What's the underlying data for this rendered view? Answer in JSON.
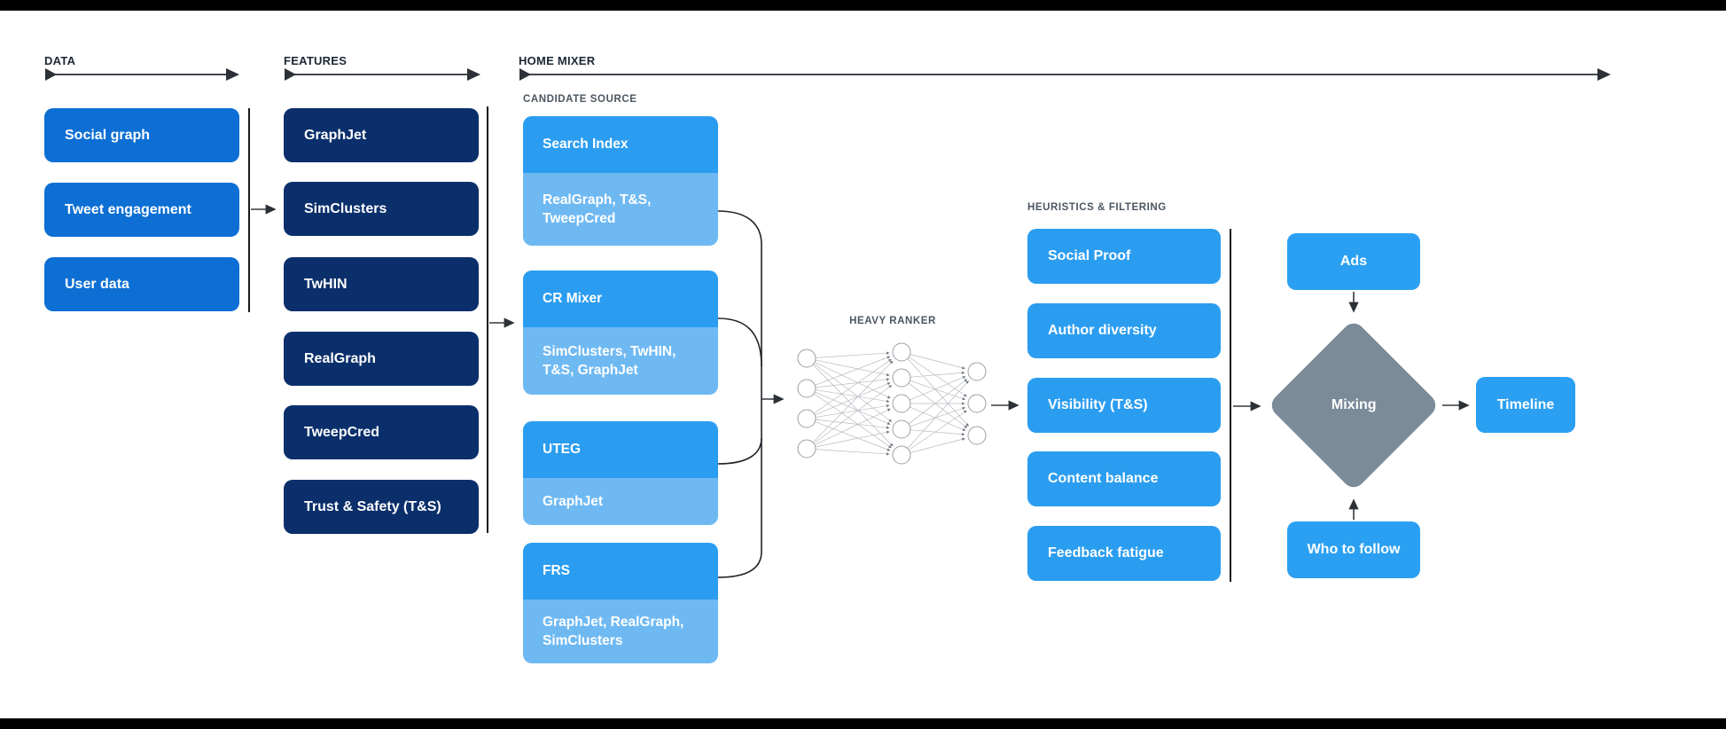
{
  "colors": {
    "background": "#ffffff",
    "frame_bar": "#000000",
    "data_box": "#0d6fd4",
    "feature_box": "#0b2f6b",
    "source_header": "#2b9df0",
    "source_sub": "#6fb9f3",
    "filter_box": "#2b9df0",
    "output_box": "#2ba0f2",
    "diamond": "#7c8b99",
    "section_label": "#1c2733",
    "sub_label": "#4b5663",
    "line": "#202328",
    "header_line": "#41464d",
    "nn_line": "#b6bac0",
    "nn_node_stroke": "#9aa0a7",
    "box_text": "#ffffff"
  },
  "sections": {
    "data": {
      "label": "DATA",
      "items": [
        "Social graph",
        "Tweet engagement",
        "User data"
      ]
    },
    "features": {
      "label": "FEATURES",
      "items": [
        "GraphJet",
        "SimClusters",
        "TwHIN",
        "RealGraph",
        "TweepCred",
        "Trust & Safety (T&S)"
      ]
    },
    "home_mixer": {
      "label": "HOME MIXER"
    },
    "candidate_source": {
      "label": "CANDIDATE SOURCE",
      "groups": [
        {
          "title": "Search Index",
          "sources": "RealGraph, T&S, TweepCred"
        },
        {
          "title": "CR Mixer",
          "sources": "SimClusters, TwHIN, T&S, GraphJet"
        },
        {
          "title": "UTEG",
          "sources": "GraphJet"
        },
        {
          "title": "FRS",
          "sources": "GraphJet, RealGraph, SimClusters"
        }
      ]
    },
    "heavy_ranker": {
      "label": "HEAVY RANKER",
      "layers": [
        4,
        5,
        3
      ]
    },
    "heuristics": {
      "label": "HEURISTICS & FILTERING",
      "items": [
        "Social Proof",
        "Author diversity",
        "Visibility (T&S)",
        "Content balance",
        "Feedback fatigue"
      ]
    },
    "mixing": {
      "ads": "Ads",
      "who_to_follow": "Who to follow",
      "diamond": "Mixing",
      "output": "Timeline"
    }
  }
}
